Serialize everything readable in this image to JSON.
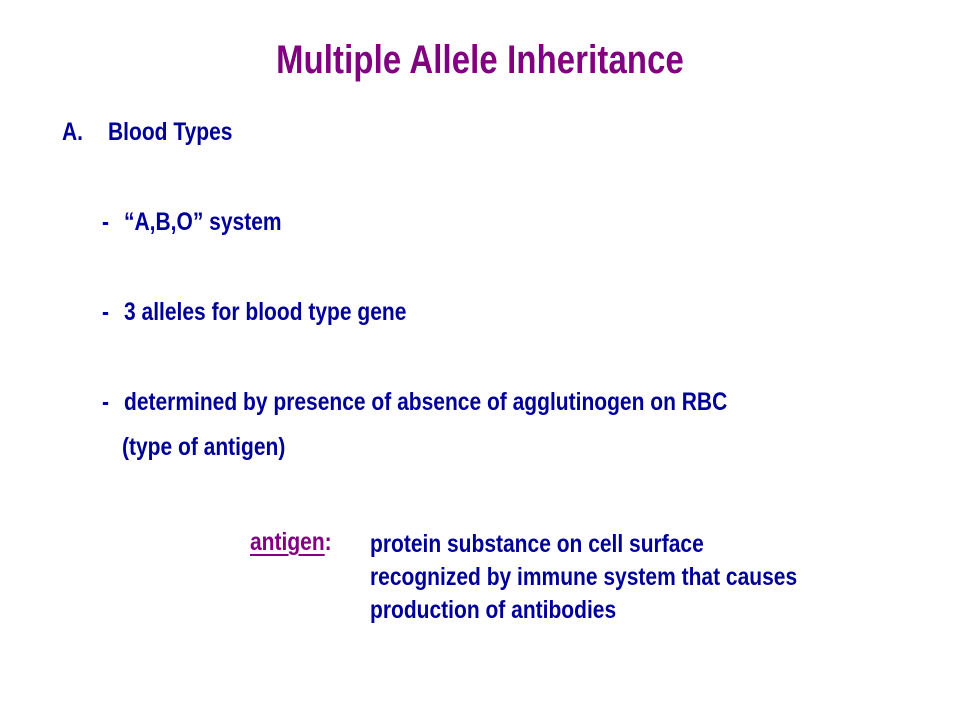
{
  "slide": {
    "title": "Multiple Allele Inheritance",
    "section": {
      "marker": "A.",
      "heading": "Blood Types"
    },
    "bullets": [
      {
        "dash": "-",
        "text": "“A,B,O” system"
      },
      {
        "dash": "-",
        "text": "3 alleles for blood type gene"
      },
      {
        "dash": "-",
        "text": "determined by presence of absence of agglutinogen on RBC",
        "continuation": "(type of antigen)"
      }
    ],
    "definition": {
      "term": "antigen",
      "separator": ":",
      "lines": [
        "protein substance on cell surface",
        "recognized by immune system that  causes",
        "production of antibodies"
      ]
    }
  },
  "colors": {
    "title": "#800080",
    "body": "#000099",
    "term": "#800080",
    "background": "#ffffff"
  }
}
